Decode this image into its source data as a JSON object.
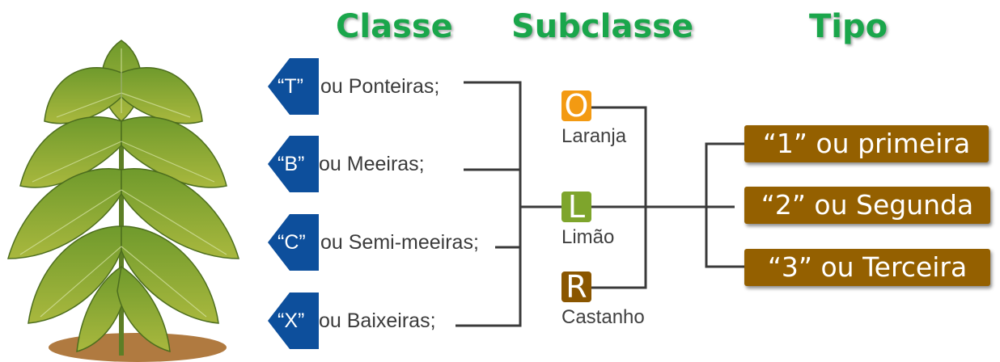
{
  "headings": {
    "classe": "Classe",
    "subclasse": "Subclasse",
    "tipo": "Tipo"
  },
  "colors": {
    "heading": "#1aa64b",
    "arrow": "#0d4f9c",
    "orange": "#f39a12",
    "lemon": "#7ea52c",
    "brown": "#8a5600",
    "type_box": "#946000",
    "line": "#3a3a3a"
  },
  "classes": [
    {
      "code": "“T”",
      "label": "ou Ponteiras;"
    },
    {
      "code": "“B”",
      "label": "ou Meeiras;"
    },
    {
      "code": "“C”",
      "label": "ou Semi-meeiras;"
    },
    {
      "code": "“X”",
      "label": "ou Baixeiras;"
    }
  ],
  "subclasses": [
    {
      "letter": "O",
      "label": "Laranja"
    },
    {
      "letter": "L",
      "label": "Limão"
    },
    {
      "letter": "R",
      "label": "Castanho"
    }
  ],
  "types": [
    {
      "label": "“1” ou primeira"
    },
    {
      "label": "“2” ou Segunda"
    },
    {
      "label": "“3” ou Terceira"
    }
  ],
  "plant": {
    "icon": "tobacco-plant-icon"
  }
}
